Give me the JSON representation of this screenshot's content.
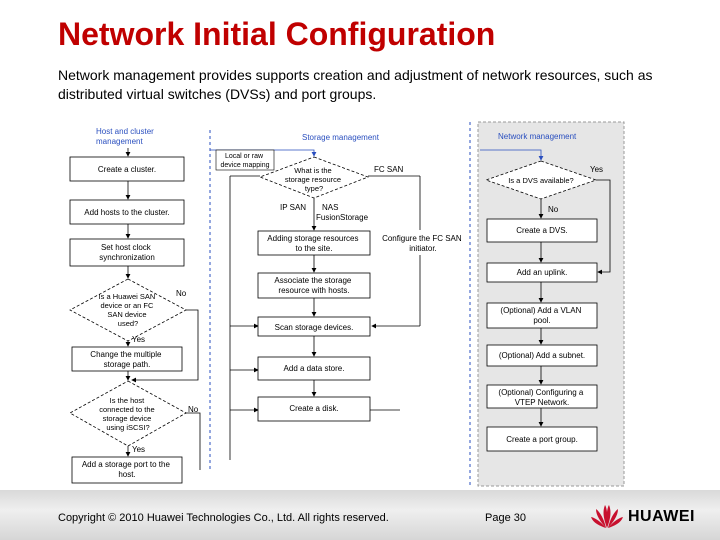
{
  "slide": {
    "title": "Network Initial Configuration",
    "subtitle": "Network management provides supports creation and adjustment of network resources, such as distributed virtual switches (DVSs) and port groups."
  },
  "diagram": {
    "host": {
      "heading": [
        "Host and cluster",
        "management"
      ],
      "create_cluster": "Create a cluster.",
      "add_hosts": "Add hosts to the cluster.",
      "clock": [
        "Set host clock",
        "synchronization"
      ],
      "is_huawei": [
        "Is a Huawei SAN",
        "device or an FC",
        "SAN device",
        "used?"
      ],
      "change_path": [
        "Change the multiple",
        "storage path."
      ],
      "is_connected": [
        "Is the host",
        "connected to the",
        "storage device",
        "using iSCSI?"
      ],
      "add_port": [
        "Add a storage port to the",
        "host."
      ],
      "no1": "No",
      "yes1": "Yes",
      "no2": "No",
      "yes2": "Yes"
    },
    "storage": {
      "heading": "Storage management",
      "local_raw": [
        "Local or raw",
        "device mapping"
      ],
      "what_is": [
        "What is the",
        "storage resource",
        "type?"
      ],
      "fc_san": "FC SAN",
      "ip_san": "IP SAN",
      "nas": [
        "NAS",
        "FusionStorage"
      ],
      "add_resources": [
        "Adding storage resources",
        "to the site."
      ],
      "configure_fc": [
        "Configure the FC SAN",
        "initiator."
      ],
      "associate": [
        "Associate the storage",
        "resource with hosts."
      ],
      "scan": "Scan storage devices.",
      "add_datastore": "Add a data store.",
      "create_disk": "Create a disk."
    },
    "network": {
      "heading": "Network management",
      "is_dvs": "Is a DVS available?",
      "yes": "Yes",
      "no": "No",
      "create_dvs": "Create a DVS.",
      "add_uplinks": "Add an uplink.",
      "add_vlan": [
        "(Optional) Add a VLAN",
        "pool."
      ],
      "add_subnet": "(Optional) Add a subnet.",
      "vtep": [
        "(Optional) Configuring a",
        "VTEP Network."
      ],
      "create_portgroup": "Create a port group."
    }
  },
  "footer": {
    "copyright": "Copyright © 2010 Huawei Technologies Co., Ltd. All rights reserved.",
    "page": "Page 30",
    "brand": "HUAWEI"
  },
  "colors": {
    "title": "#c00000",
    "heading_blue": "#2a4fbf",
    "network_panel": "#e6e6e6",
    "brand_red": "#c8102e"
  }
}
